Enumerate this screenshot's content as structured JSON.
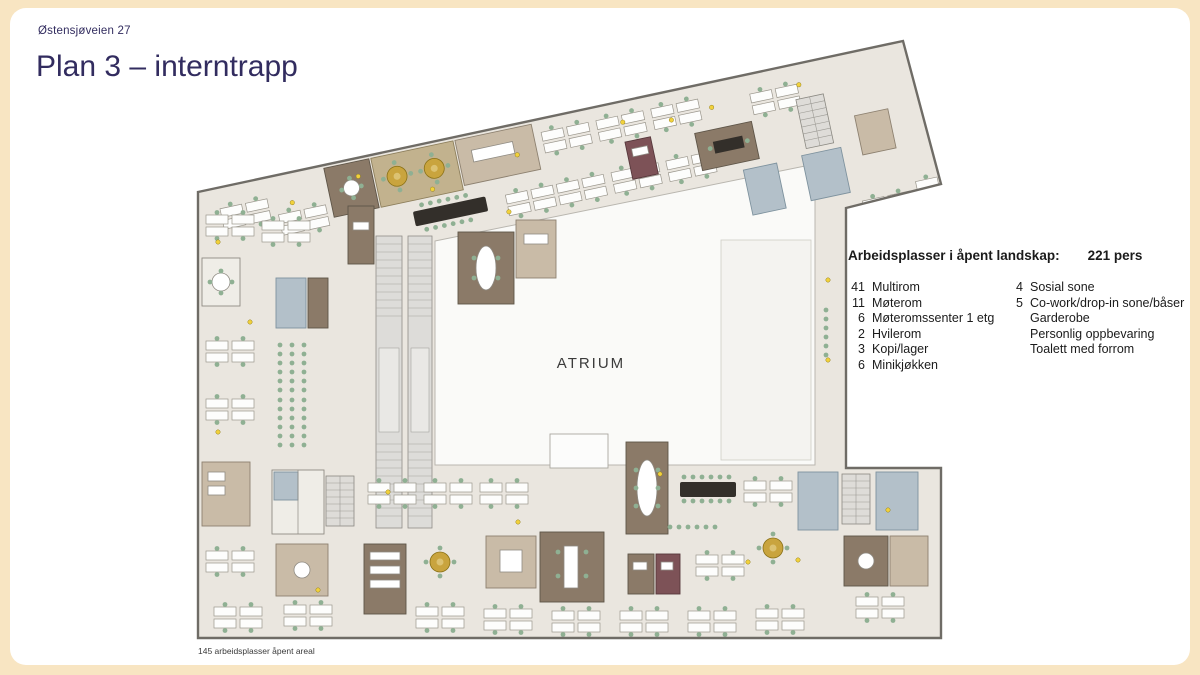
{
  "header": {
    "address": "Østensjøveien 27",
    "title": "Plan 3 – interntrapp"
  },
  "plan": {
    "atrium_label": "ATRIUM",
    "footnote": "145 arbeidsplasser åpent areal"
  },
  "legend": {
    "heading": "Arbeidsplasser i åpent landskap:",
    "total": "221 pers",
    "col1": [
      {
        "count": "41",
        "label": "Multirom"
      },
      {
        "count": "11",
        "label": "Møterom"
      },
      {
        "count": "6",
        "label": "Møteromssenter 1 etg"
      },
      {
        "count": "2",
        "label": "Hvilerom"
      },
      {
        "count": "3",
        "label": "Kopi/lager"
      },
      {
        "count": "6",
        "label": "Minikjøkken"
      }
    ],
    "col2": [
      {
        "count": "4",
        "label": "Sosial sone"
      },
      {
        "count": "5",
        "label": "Co-work/drop-in sone/båser"
      },
      {
        "count": "",
        "label": "Garderobe"
      },
      {
        "count": "",
        "label": "Personlig oppbevaring"
      },
      {
        "count": "",
        "label": "Toalett med forrom"
      }
    ]
  },
  "colors": {
    "frame": "#f8e5c2",
    "card": "#ffffff",
    "title_text": "#322c5f",
    "floor": "#eae6df",
    "room_brown": "#8b7a68",
    "room_tan": "#c9bba7",
    "room_bluegray": "#b3c0c9",
    "accent_yellow": "#c9a43e",
    "chair_green": "#8fb093"
  }
}
